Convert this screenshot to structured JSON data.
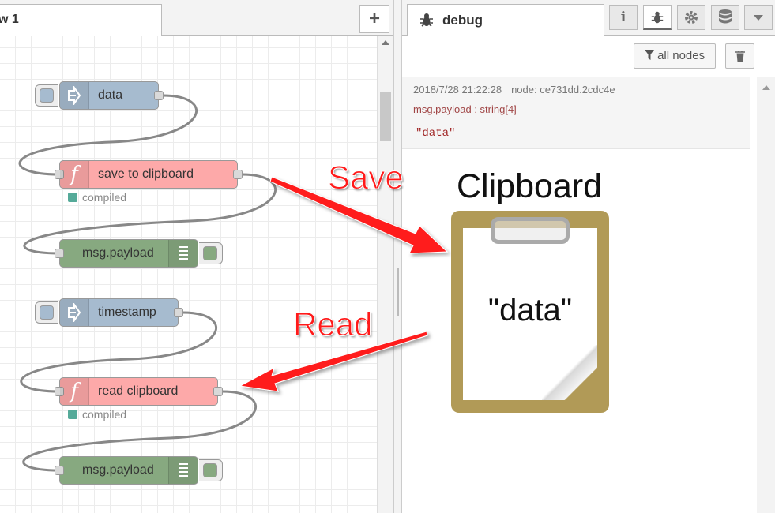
{
  "workspace": {
    "tab_label": "w 1",
    "add_tab_label": "+"
  },
  "nodes": {
    "inject_data": "data",
    "func_save": "save to clipboard",
    "func_save_status": "compiled",
    "debug_1": "msg.payload",
    "inject_timestamp": "timestamp",
    "func_read": "read clipboard",
    "func_read_status": "compiled",
    "debug_2": "msg.payload"
  },
  "sidebar": {
    "tab_title": "debug",
    "buttons": [
      "info-icon",
      "bug-icon",
      "gear-icon",
      "database-icon",
      "chevron-down-icon"
    ],
    "filter_label": "all nodes",
    "message": {
      "timestamp": "2018/7/28 21:22:28",
      "node": "node: ce731dd.2cdc4e",
      "topic": "msg.payload : string[4]",
      "payload": "\"data\""
    }
  },
  "annotations": {
    "save_label": "Save",
    "read_label": "Read",
    "clipboard_title": "Clipboard",
    "clipboard_content": "\"data\""
  },
  "colors": {
    "inject": "#a6bbcf",
    "function": "#fda9a9",
    "debug": "#87a980",
    "arrow": "#ff1a1a",
    "clipboard": "#b19a57"
  }
}
